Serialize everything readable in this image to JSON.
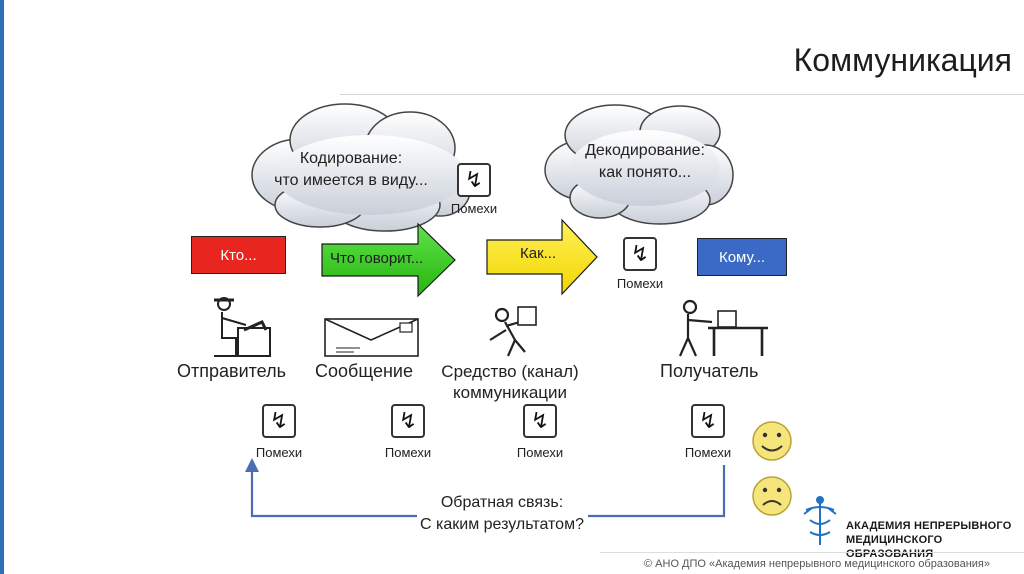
{
  "title": "Коммуникация",
  "clouds": {
    "encoding": [
      "Кодирование:",
      "что имеется в виду..."
    ],
    "decoding": [
      "Декодирование:",
      "как понято..."
    ]
  },
  "boxes": {
    "who": {
      "label": "Кто...",
      "color": "#e8251f"
    },
    "to_whom": {
      "label": "Кому...",
      "color": "#3a69c6"
    }
  },
  "arrows": {
    "what": {
      "label": "Что говорит...",
      "color": "#38d21e"
    },
    "how": {
      "label": "Как...",
      "color": "#f7e413"
    }
  },
  "actors": {
    "sender": "Отправитель",
    "message": "Сообщение",
    "channel_1": "Средство (канал)",
    "channel_2": "коммуникации",
    "receiver": "Получатель"
  },
  "noise_label": "Помехи",
  "feedback": {
    "line1": "Обратная связь:",
    "line2": "С каким результатом?",
    "color": "#4a6fb0"
  },
  "logo": {
    "line1": "АКАДЕМИЯ НЕПРЕРЫВНОГО",
    "line2": "МЕДИЦИНСКОГО ОБРАЗОВАНИЯ",
    "color": "#1f72c4"
  },
  "footer": "© АНО ДПО «Академия непрерывного медицинского образования»",
  "icons": {
    "noise": "lightning-icon",
    "smile": "smiley-face-icon",
    "sad": "sad-face-icon"
  }
}
